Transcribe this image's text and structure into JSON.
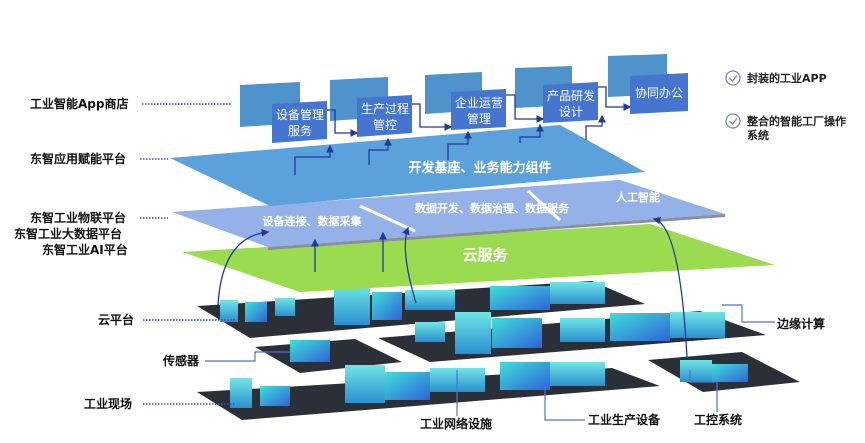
{
  "left_labels": {
    "app_store": "工业智能App商店",
    "app_platform": "东智应用赋能平台",
    "iot_platform": "东智工业物联平台",
    "bigdata_platform": "东智工业大数据平台",
    "ai_platform": "东智工业AI平台",
    "cloud_platform": "云平台",
    "sensor": "传感器",
    "industrial_site": "工业现场"
  },
  "apps": [
    {
      "line1": "设备管理",
      "line2": "服务"
    },
    {
      "line1": "生产过程",
      "line2": "管控"
    },
    {
      "line1": "企业运营",
      "line2": "管理"
    },
    {
      "line1": "产品研发",
      "line2": "设计"
    },
    {
      "line1": "协同办公",
      "line2": ""
    }
  ],
  "layers": {
    "dev_base": "开发基座、业务能力组件",
    "device_conn": "设备连接、数据采集",
    "data_dev": "数据开发、数据治理、数据服务",
    "ai": "人工智能",
    "cloud_service": "云服务"
  },
  "legend": [
    {
      "icon": "check-circle-icon",
      "line1": "封装的工业APP",
      "line2": ""
    },
    {
      "icon": "check-circle-icon",
      "line1": "整合的智能工厂操作",
      "line2": "系统"
    }
  ],
  "callouts": {
    "edge_computing": "边缘计算",
    "network": "工业网络设施",
    "production_equipment": "工业生产设备",
    "control_system": "工控系统"
  },
  "colors": {
    "app_back": "#4f93cc",
    "app_front": "#4675cf",
    "platform": "#5ba2dc",
    "data_layer": "#94b2e8",
    "cloud": "#9bdb50",
    "ground": "#2b2f38",
    "arrow": "#1f3a9a"
  }
}
